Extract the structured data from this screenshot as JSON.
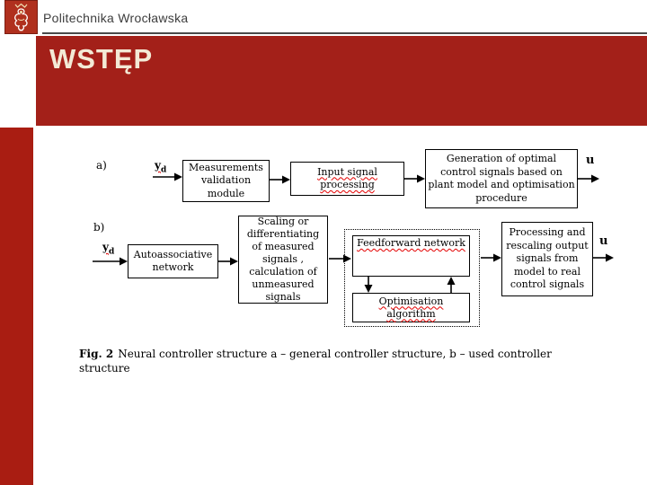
{
  "header": {
    "institution": "Politechnika Wrocławska",
    "title": "WSTĘP"
  },
  "diagram": {
    "label_a": "a)",
    "label_b": "b)",
    "signal_in_base": "y",
    "signal_in_sub": "d",
    "signal_out": "u",
    "boxes": {
      "measurements": "Measurements validation module",
      "input_processing": "Input signal processing",
      "generation": "Generation of optimal control signals based on plant model and optimisation procedure",
      "autoassociative": "Autoassociative network",
      "scaling": "Scaling or differentiating of measured signals , calculation of unmeasured signals",
      "feedforward": "Feedforward network",
      "optimisation": "Optimisation algorithm",
      "processing": "Processing and rescaling output signals from model to real control signals"
    }
  },
  "caption": {
    "label": "Fig. 2",
    "text": "Neural controller structure a – general controller structure, b – used controller structure"
  },
  "colors": {
    "banner_red": "#a32019",
    "sidebar_red": "#a91d12",
    "logo_red": "#b0301e",
    "title_cream": "#f3ead6",
    "spellcheck_red": "#e30000"
  }
}
